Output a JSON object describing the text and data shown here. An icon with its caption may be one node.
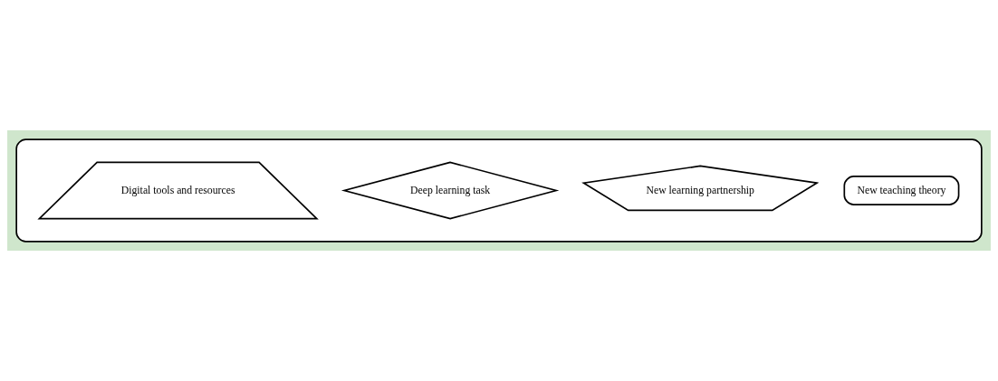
{
  "diagram": {
    "nodes": [
      {
        "text": [],
        "shape": "ellipse"
      },
      {
        "text": [
          "New teaching theory"
        ],
        "in": 0
      },
      {
        "text": [
          "New learning partnership"
        ],
        "in": 0
      },
      {
        "text": [
          "Deep learning task"
        ],
        "in": 0
      },
      {
        "text": [
          "Digital tools and resources"
        ],
        "in": 0
      }
    ]
  }
}
